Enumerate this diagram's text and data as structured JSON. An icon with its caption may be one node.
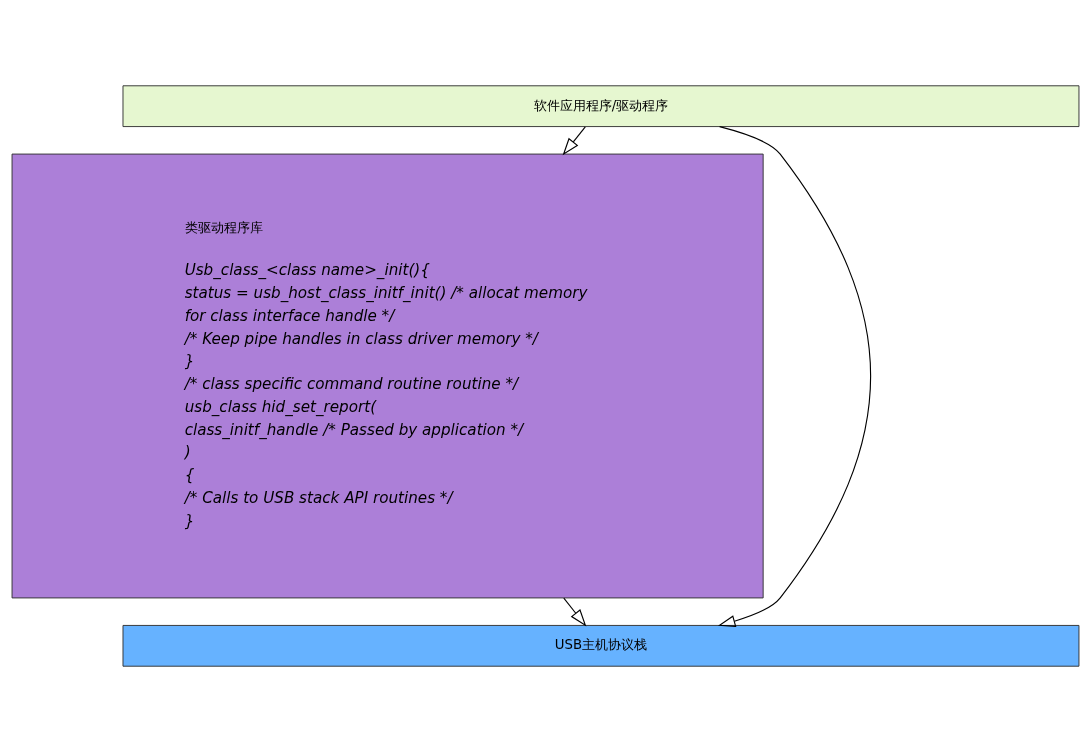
{
  "diagram": {
    "nodes": [
      {
        "text": [
          "软件应用程序/驱动程序"
        ]
      },
      {
        "text": [
          "类驱动程序库",
          "Usb_class_<class name>_init(){",
          "status = usb_host_class_initf_init() /* allocat memory for class interface handle */",
          "/* Keep pipe handles in class driver memory */",
          "}",
          "/* class specific command routine routine */",
          "usb_class hid_set_report(",
          "class_initf_handle /* Passed by application */",
          ")",
          "{",
          "/* Calls to USB stack API routines */",
          "}"
        ]
      },
      {
        "text": [
          "USB主机协议栈"
        ]
      }
    ],
    "edges": [
      {
        "from": 0,
        "to": 1,
        "arrow": "to"
      },
      {
        "from": 1,
        "to": 2,
        "arrow": "to"
      },
      {
        "from": 0,
        "to": 2,
        "arrow": "to"
      }
    ]
  }
}
